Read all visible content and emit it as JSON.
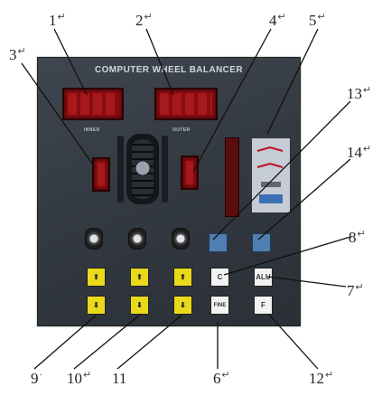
{
  "callouts": {
    "c1": {
      "label": "1",
      "mark": "↵"
    },
    "c2": {
      "label": "2",
      "mark": "↵"
    },
    "c3": {
      "label": "3",
      "mark": "↵"
    },
    "c4": {
      "label": "4",
      "mark": "↵"
    },
    "c5": {
      "label": "5",
      "mark": "↵"
    },
    "c6": {
      "label": "6",
      "mark": "↵"
    },
    "c7": {
      "label": "7",
      "mark": "↵"
    },
    "c8": {
      "label": "8",
      "mark": "↵"
    },
    "c9": {
      "label": "9",
      "mark": "·"
    },
    "c10": {
      "label": "10",
      "mark": "↵"
    },
    "c11": {
      "label": "11",
      "mark": ""
    },
    "c12": {
      "label": "12",
      "mark": "↵"
    },
    "c13": {
      "label": "13",
      "mark": "↵"
    },
    "c14": {
      "label": "14",
      "mark": "↵"
    }
  },
  "panel": {
    "title": "COMPUTER WHEEL BALANCER",
    "inner_label": "INNER",
    "outer_label": "OUTER"
  },
  "buttons": {
    "up_arrow": "⬆",
    "down_arrow": "⬇",
    "c": "C",
    "alu": "ALU",
    "fine": "FINE",
    "f": "F"
  },
  "colors": {
    "panel": "#363c44",
    "display_red": "#8a0d10",
    "button_yellow": "#e9d91a",
    "button_blue": "#4f7fb0"
  }
}
